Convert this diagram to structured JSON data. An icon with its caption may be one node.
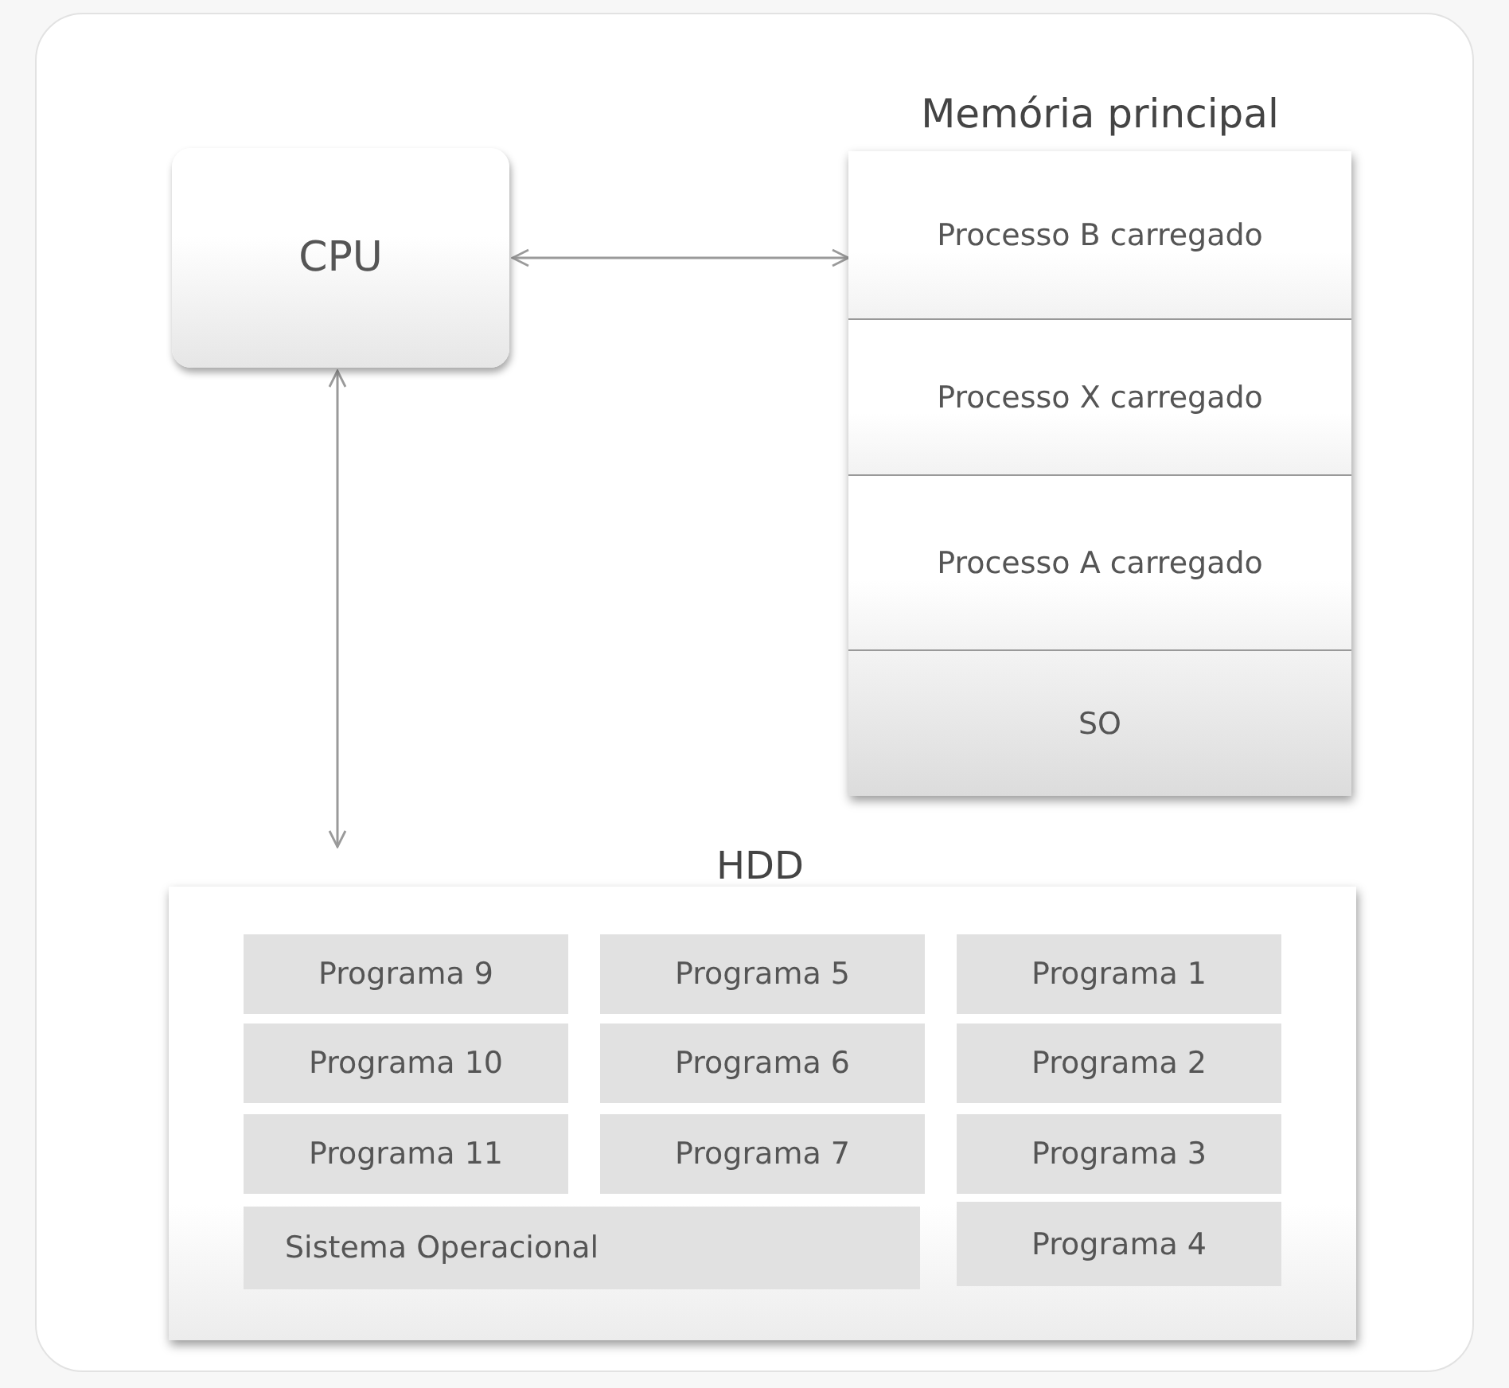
{
  "diagram": {
    "nodes": [
      {
        "text": [
          "CPU"
        ]
      },
      {
        "text": [
          "Memória principal"
        ]
      },
      {
        "text": [
          "Processo B carregado"
        ],
        "in": 1
      },
      {
        "text": [
          "Processo X carregado"
        ],
        "in": 1
      },
      {
        "text": [
          "Processo A carregado"
        ],
        "in": 1
      },
      {
        "text": [
          "SO"
        ],
        "in": 1
      },
      {
        "text": [
          "HDD"
        ]
      },
      {
        "text": [
          "Programa 9"
        ],
        "in": 6
      },
      {
        "text": [
          "Programa 5"
        ],
        "in": 6
      },
      {
        "text": [
          "Programa 1"
        ],
        "in": 6
      },
      {
        "text": [
          "Programa 10"
        ],
        "in": 6
      },
      {
        "text": [
          "Programa 6"
        ],
        "in": 6
      },
      {
        "text": [
          "Programa 2"
        ],
        "in": 6
      },
      {
        "text": [
          "Programa 11"
        ],
        "in": 6
      },
      {
        "text": [
          "Programa 7"
        ],
        "in": 6
      },
      {
        "text": [
          "Programa 3"
        ],
        "in": 6
      },
      {
        "text": [
          "Sistema Operacional"
        ],
        "in": 6
      },
      {
        "text": [
          "Programa 4"
        ],
        "in": 6
      }
    ],
    "edges": [
      {
        "from": 0,
        "to": 1,
        "arrow": "both"
      },
      {
        "from": 0,
        "to": 6,
        "arrow": "both"
      }
    ]
  }
}
